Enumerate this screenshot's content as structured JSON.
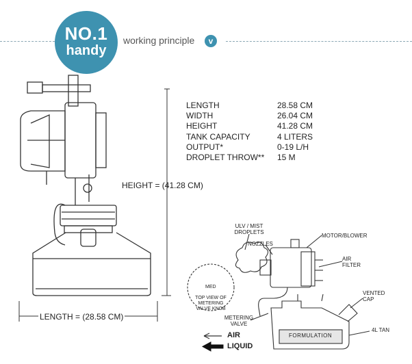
{
  "header": {
    "badge_line1": "NO.1",
    "badge_line2": "handy",
    "title": "working principle",
    "title_icon": "chevron-down-icon",
    "accent_color": "#3e92b0"
  },
  "specs": [
    {
      "label": "LENGTH",
      "value": "28.58 CM"
    },
    {
      "label": "WIDTH",
      "value": "26.04 CM"
    },
    {
      "label": "HEIGHT",
      "value": "41.28 CM"
    },
    {
      "label": "TANK CAPACITY",
      "value": "4 LITERS"
    },
    {
      "label": "OUTPUT*",
      "value": "0-19 L/H"
    },
    {
      "label": "DROPLET THROW**",
      "value": "15 M"
    }
  ],
  "dimensions": {
    "height_label": "HEIGHT = (41.28 CM)",
    "length_label": "LENGTH = (28.58 CM)"
  },
  "diagram": {
    "ulv_label": "ULV / MIST DROPLETS",
    "nozzles_label": "NOZZLES",
    "motor_label": "MOTOR/BLOWER",
    "air_filter_label": "AIR FILTER",
    "vented_cap_label": "VENTED CAP",
    "tank_label": "4L TAN",
    "formulation_label": "FORMULATION",
    "metering_valve_label": "METERING VALVE",
    "knob_caption": "TOP VIEW OF METERING VALVE KNOB",
    "knob_marks": [
      "MED"
    ],
    "legend_air": "AIR",
    "legend_liquid": "LIQUID"
  }
}
